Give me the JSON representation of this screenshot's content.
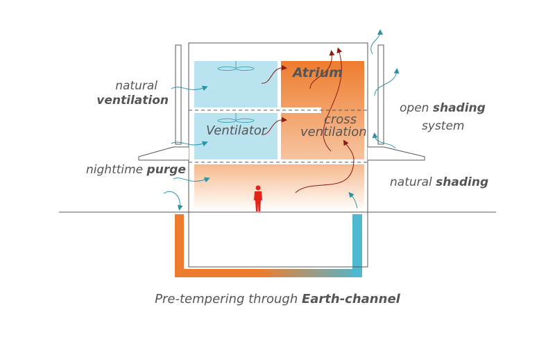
{
  "labels": {
    "natural_ventilation": {
      "normal": "natural",
      "bold": "ventilation"
    },
    "nighttime_purge": {
      "normal": "nighttime ",
      "bold": "purge"
    },
    "open_shading": {
      "normal": "open ",
      "bold": "shading",
      "line2": "system"
    },
    "natural_shading": {
      "normal": "natural ",
      "bold": "shading"
    },
    "atrium": "Atrium",
    "ventilator": "Ventilator",
    "cross_ventilation": {
      "line1": "cross",
      "line2": "ventilation"
    },
    "earth_channel": {
      "normal": "Pre-tempering through ",
      "bold": "Earth-channel"
    }
  },
  "colors": {
    "cool": "#b9e3ee",
    "warm": "#ee7c2e",
    "arrow_cool": "#2a93a8",
    "arrow_warm": "#8b1a12",
    "person": "#e2231a",
    "line": "#555555"
  }
}
